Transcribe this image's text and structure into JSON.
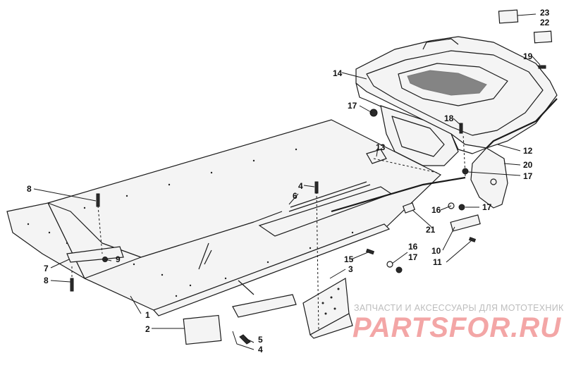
{
  "callouts": [
    {
      "id": "c1",
      "text": "1"
    },
    {
      "id": "c2",
      "text": "2"
    },
    {
      "id": "c3",
      "text": "3"
    },
    {
      "id": "c4a",
      "text": "4"
    },
    {
      "id": "c4b",
      "text": "4"
    },
    {
      "id": "c5",
      "text": "5"
    },
    {
      "id": "c6",
      "text": "6"
    },
    {
      "id": "c7",
      "text": "7"
    },
    {
      "id": "c8a",
      "text": "8"
    },
    {
      "id": "c8b",
      "text": "8"
    },
    {
      "id": "c9",
      "text": "9"
    },
    {
      "id": "c10",
      "text": "10"
    },
    {
      "id": "c11",
      "text": "11"
    },
    {
      "id": "c12",
      "text": "12"
    },
    {
      "id": "c13",
      "text": "13"
    },
    {
      "id": "c14",
      "text": "14"
    },
    {
      "id": "c15",
      "text": "15"
    },
    {
      "id": "c16a",
      "text": "16"
    },
    {
      "id": "c16b",
      "text": "16"
    },
    {
      "id": "c17a",
      "text": "17"
    },
    {
      "id": "c17b",
      "text": "17"
    },
    {
      "id": "c17c",
      "text": "17"
    },
    {
      "id": "c17d",
      "text": "17"
    },
    {
      "id": "c18",
      "text": "18"
    },
    {
      "id": "c19",
      "text": "19"
    },
    {
      "id": "c20",
      "text": "20"
    },
    {
      "id": "c21",
      "text": "21"
    },
    {
      "id": "c22",
      "text": "22"
    },
    {
      "id": "c23",
      "text": "23"
    }
  ],
  "watermark": {
    "subtitle": "ЗАПЧАСТИ И АКСЕССУАРЫ ДЛЯ МОТОТЕХНИКИ",
    "brand": "PARTSFOR.RU"
  }
}
